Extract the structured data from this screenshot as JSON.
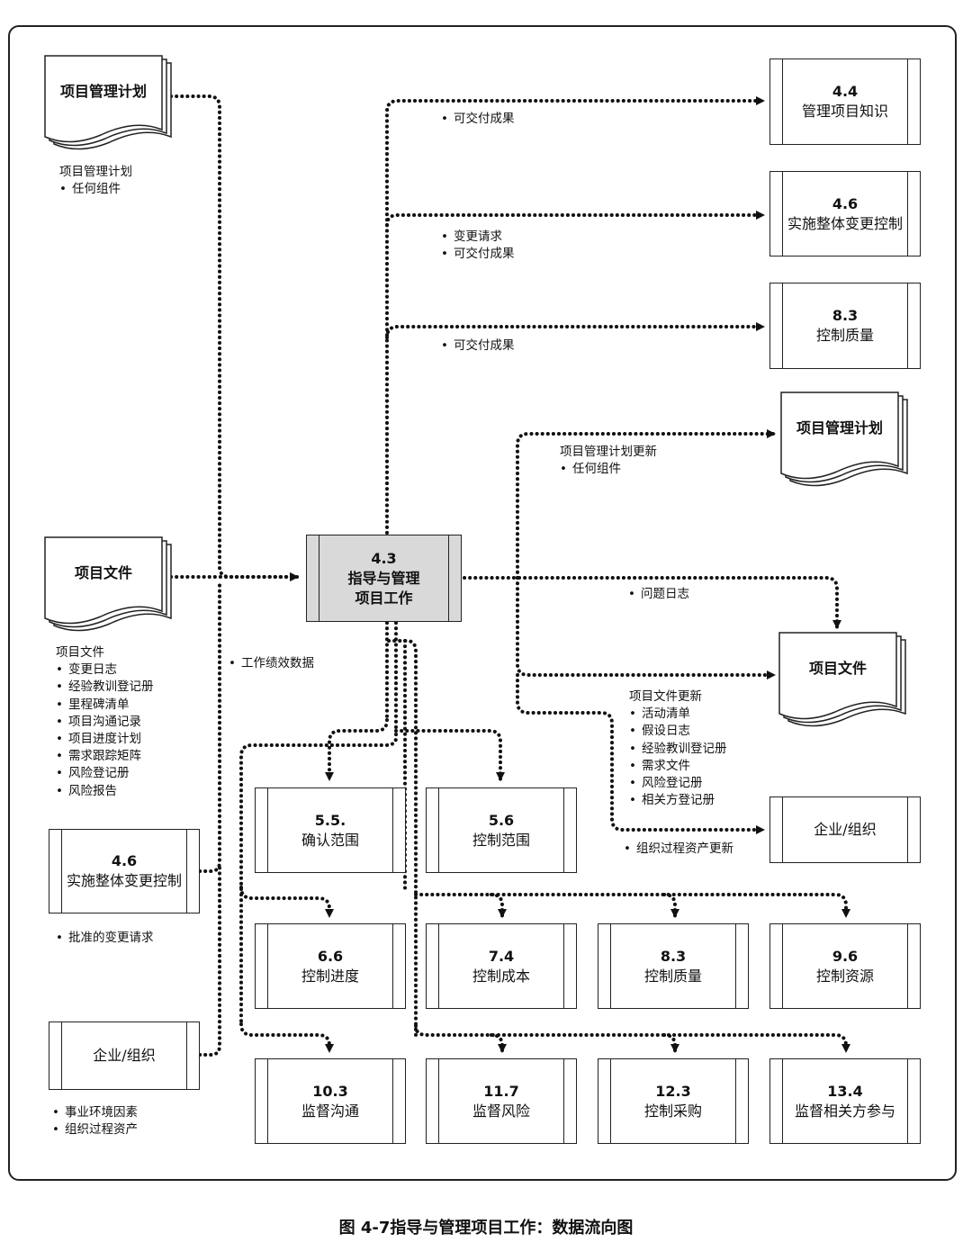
{
  "caption": "图 4-7指导与管理项目工作：数据流向图",
  "center": {
    "number": "4.3",
    "line1": "指导与管理",
    "line2": "项目工作"
  },
  "inputs": {
    "pmp_doc": "项目管理计划",
    "pmp_label": {
      "head": "项目管理计划",
      "items": [
        "任何组件"
      ]
    },
    "pd_doc": "项目文件",
    "pd_label": {
      "head": "项目文件",
      "items": [
        "变更日志",
        "经验教训登记册",
        "里程碑清单",
        "项目沟通记录",
        "项目进度计划",
        "需求跟踪矩阵",
        "风险登记册",
        "风险报告"
      ]
    },
    "icc": {
      "number": "4.6",
      "name": "实施整体变更控制"
    },
    "icc_label": {
      "items": [
        "批准的变更请求"
      ]
    },
    "ent": {
      "name": "企业/组织"
    },
    "ent_label": {
      "items": [
        "事业环境因素",
        "组织过程资产"
      ]
    },
    "wpd_label": {
      "items": [
        "工作绩效数据"
      ]
    }
  },
  "outputs": {
    "kn": {
      "number": "4.4",
      "name": "管理项目知识"
    },
    "kn_label": {
      "items": [
        "可交付成果"
      ]
    },
    "icc": {
      "number": "4.6",
      "name": "实施整体变更控制"
    },
    "icc_label": {
      "items": [
        "变更请求",
        "可交付成果"
      ]
    },
    "cq": {
      "number": "8.3",
      "name": "控制质量"
    },
    "cq_label": {
      "items": [
        "可交付成果"
      ]
    },
    "pmp_doc": "项目管理计划",
    "pmp_label": {
      "head": "项目管理计划更新",
      "items": [
        "任何组件"
      ]
    },
    "issue_label": {
      "items": [
        "问题日志"
      ]
    },
    "pd_doc": "项目文件",
    "pd_label": {
      "head": "项目文件更新",
      "items": [
        "活动清单",
        "假设日志",
        "经验教训登记册",
        "需求文件",
        "风险登记册",
        "相关方登记册"
      ]
    },
    "ent": {
      "name": "企业/组织"
    },
    "ent_label": {
      "items": [
        "组织过程资产更新"
      ]
    }
  },
  "wpd_targets": [
    {
      "number": "5.5.",
      "name": "确认范围"
    },
    {
      "number": "5.6",
      "name": "控制范围"
    },
    {
      "number": "6.6",
      "name": "控制进度"
    },
    {
      "number": "7.4",
      "name": "控制成本"
    },
    {
      "number": "8.3",
      "name": "控制质量"
    },
    {
      "number": "9.6",
      "name": "控制资源"
    },
    {
      "number": "10.3",
      "name": "监督沟通"
    },
    {
      "number": "11.7",
      "name": "监督风险"
    },
    {
      "number": "12.3",
      "name": "控制采购"
    },
    {
      "number": "13.4",
      "name": "监督相关方参与"
    }
  ]
}
